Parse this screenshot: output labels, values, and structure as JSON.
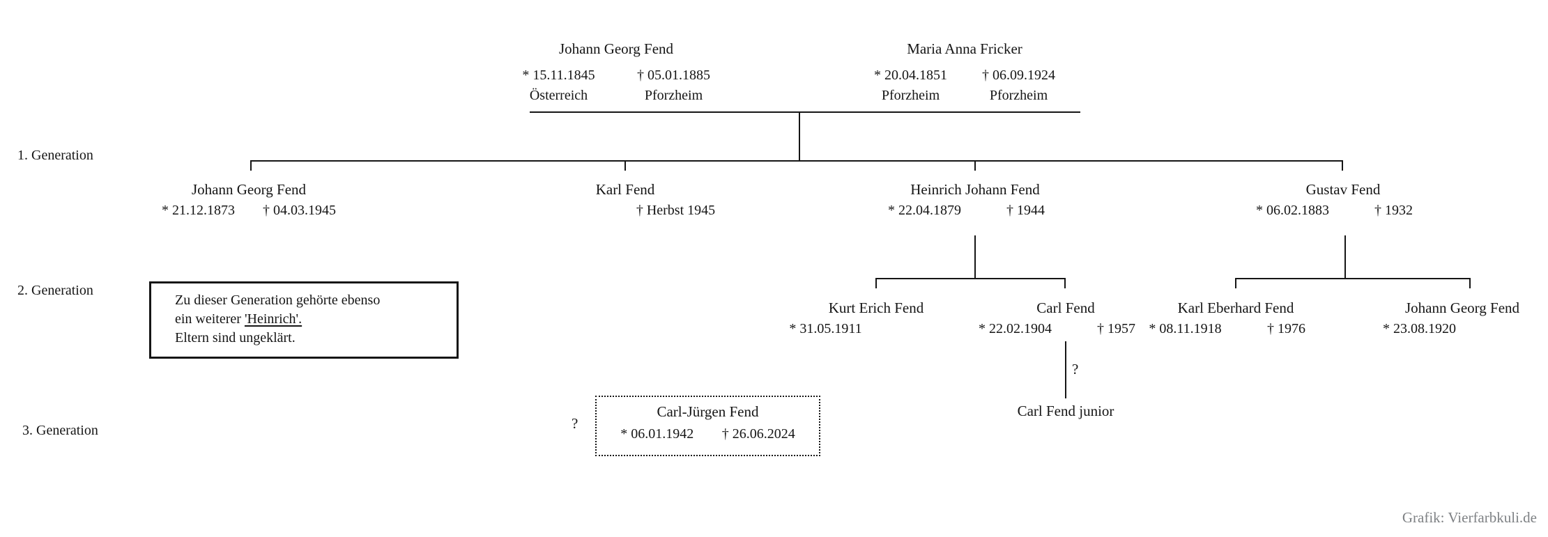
{
  "generation_labels": [
    "1. Generation",
    "2. Generation",
    "3. Generation"
  ],
  "parents": {
    "father": {
      "name": "Johann Georg Fend",
      "birth": "* 15.11.1845",
      "birth_place": "Österreich",
      "death": "† 05.01.1885",
      "death_place": "Pforzheim"
    },
    "mother": {
      "name": "Maria Anna Fricker",
      "birth": "* 20.04.1851",
      "birth_place": "Pforzheim",
      "death": "† 06.09.1924",
      "death_place": "Pforzheim"
    }
  },
  "generation1": [
    {
      "name": "Johann Georg Fend",
      "birth": "* 21.12.1873",
      "death": "† 04.03.1945"
    },
    {
      "name": "Karl Fend",
      "birth": "",
      "death": "† Herbst 1945"
    },
    {
      "name": "Heinrich Johann Fend",
      "birth": "* 22.04.1879",
      "death": "† 1944"
    },
    {
      "name": "Gustav Fend",
      "birth": "* 06.02.1883",
      "death": "† 1932"
    }
  ],
  "generation2": {
    "heinrich_children": [
      {
        "name": "Kurt Erich Fend",
        "birth": "* 31.05.1911",
        "death": ""
      },
      {
        "name": "Carl Fend",
        "birth": "* 22.02.1904",
        "death": "† 1957"
      }
    ],
    "gustav_children": [
      {
        "name": "Karl Eberhard Fend",
        "birth": "* 08.11.1918",
        "death": "† 1976"
      },
      {
        "name": "Johann Georg Fend",
        "birth": "* 23.08.1920",
        "death": ""
      }
    ],
    "note": {
      "line1": "Zu dieser Generation gehörte ebenso",
      "line2_prefix": "ein weiterer ",
      "line2_underlined": "'Heinrich'.",
      "line3": "Eltern sind ungeklärt."
    }
  },
  "generation3": {
    "carl_juergen": {
      "name": "Carl-Jürgen Fend",
      "birth": "* 06.01.1942",
      "death": "† 26.06.2024"
    },
    "carl_junior": {
      "name": "Carl Fend junior"
    },
    "question_left_of_box": "?",
    "question_on_connector": "?"
  },
  "colors": {
    "text": "#151515",
    "line": "#151515",
    "credit_text": "#7e8184"
  },
  "credit": "Grafik: Vierfarbkuli.de"
}
